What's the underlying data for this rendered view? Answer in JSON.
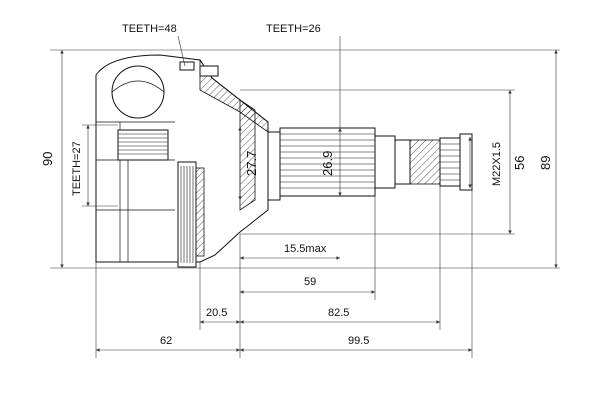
{
  "labels": {
    "teeth_outer": "TEETH=48",
    "teeth_spline": "TEETH=26",
    "teeth_inner": "TEETH=27",
    "d_90": "90",
    "d_27_7": "27.7",
    "d_26_9": "26.9",
    "d_m22": "M22X1.5",
    "d_56": "56",
    "d_89": "89",
    "d_15_5": "15.5max",
    "d_59": "59",
    "d_20_5": "20.5",
    "d_82_5": "82.5",
    "d_62": "62",
    "d_99_5": "99.5"
  }
}
